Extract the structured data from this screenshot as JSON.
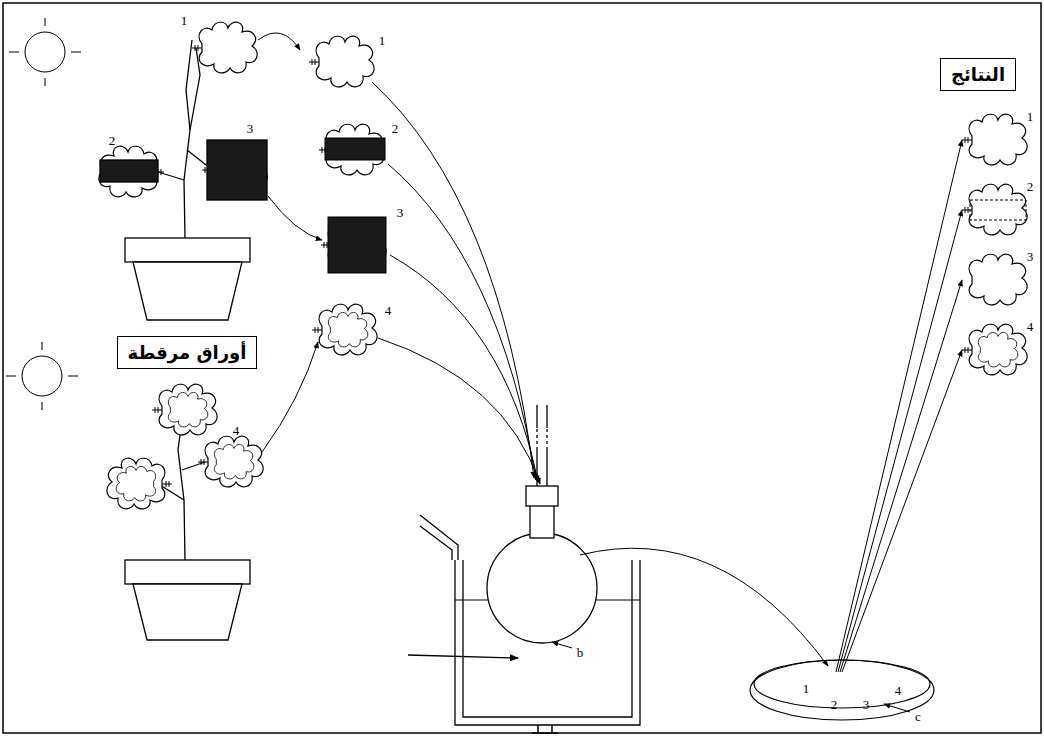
{
  "diagram": {
    "nodes": [
      {
        "text": [
          "النتائج"
        ]
      },
      {
        "text": [
          "أوراق مرقطة"
        ]
      }
    ],
    "labels": [
      "1",
      "2",
      "3",
      "1",
      "2",
      "3",
      "4",
      "4",
      "b",
      "1",
      "2",
      "3",
      "4",
      "c",
      "1",
      "2",
      "3",
      "4"
    ]
  }
}
